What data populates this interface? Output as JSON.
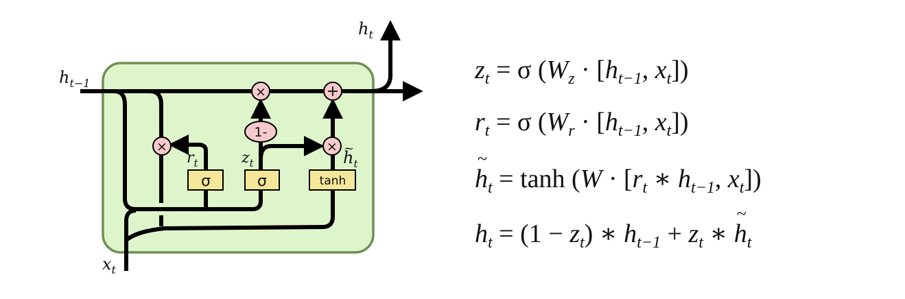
{
  "diagram": {
    "title": "GRU cell",
    "colors": {
      "cell_fill": "#def5cc",
      "cell_border": "#6f8f55",
      "op_fill": "#f6c9cc",
      "layer_fill": "#f5e79a",
      "line": "#000000"
    },
    "labels": {
      "h_prev": "h",
      "h_prev_sub": "t−1",
      "h_out": "h",
      "h_out_sub": "t",
      "x_in": "x",
      "x_in_sub": "t",
      "r": "r",
      "r_sub": "t",
      "z": "z",
      "z_sub": "t",
      "h_tilde": "h",
      "h_tilde_sub": "t"
    },
    "ops": {
      "mult_reset": "×",
      "mult_top": "×",
      "add_top": "+",
      "mult_update": "×",
      "one_minus": "1-"
    },
    "layers": {
      "reset_gate": "σ",
      "update_gate": "σ",
      "candidate": "tanh"
    }
  },
  "equations": [
    {
      "name": "update-gate-equation",
      "lhs": "z",
      "lhs_sub": "t",
      "rhs": "= σ (W_z · [h_{t−1}, x_t])"
    },
    {
      "name": "reset-gate-equation",
      "lhs": "r",
      "lhs_sub": "t",
      "rhs": "= σ (W_r · [h_{t−1}, x_t])"
    },
    {
      "name": "candidate-equation",
      "lhs": "h̃",
      "lhs_sub": "t",
      "rhs": "= tanh (W · [r_t ∗ h_{t−1}, x_t])"
    },
    {
      "name": "hidden-state-equation",
      "lhs": "h",
      "lhs_sub": "t",
      "rhs": "= (1 − z_t) ∗ h_{t−1} + z_t ∗ h̃_t"
    }
  ],
  "eq_parts": {
    "eq1": {
      "a": "z",
      "as": "t",
      "b": " = σ (",
      "c": "W",
      "cs": "z",
      "d": " · [",
      "e": "h",
      "es": "t−1",
      "f": ", ",
      "g": "x",
      "gs": "t",
      "h": "])"
    },
    "eq2": {
      "a": "r",
      "as": "t",
      "b": " = σ (",
      "c": "W",
      "cs": "r",
      "d": " · [",
      "e": "h",
      "es": "t−1",
      "f": ", ",
      "g": "x",
      "gs": "t",
      "h": "])"
    },
    "eq3": {
      "a": "h",
      "as": "t",
      "b": " = ",
      "tanh": "tanh",
      "b2": " (",
      "c": "W",
      "d": " · [",
      "r": "r",
      "rs": "t",
      "star": " ∗ ",
      "e": "h",
      "es": "t−1",
      "f": ", ",
      "g": "x",
      "gs": "t",
      "h": "])"
    },
    "eq4": {
      "a": "h",
      "as": "t",
      "b": " = (1 − ",
      "z": "z",
      "zs": "t",
      "c": ") ∗ ",
      "e": "h",
      "es": "t−1",
      "plus": " + ",
      "z2": "z",
      "z2s": "t",
      "star": " ∗ ",
      "ht": "h",
      "hts": "t"
    }
  }
}
